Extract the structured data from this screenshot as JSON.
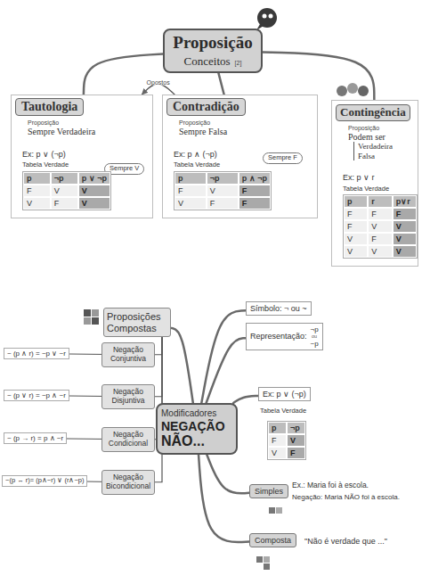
{
  "diagram": {
    "nodes": [
      {
        "text": [
          "Proposição",
          "Conceitos",
          "[2]"
        ]
      },
      {
        "text": [
          "Tautologia",
          "Proposição",
          "Sempre Verdadeira",
          "Ex: p ∨ (¬p)",
          "Tabela Verdade"
        ]
      },
      {
        "text": [
          "Sempre V"
        ],
        "in": 1
      },
      {
        "text": [
          "p",
          "¬p",
          "p ∨ ¬p",
          "F",
          "V",
          "V",
          "V",
          "F",
          "V"
        ],
        "in": 1
      },
      {
        "text": [
          "Contradição",
          "Proposição",
          "Sempre Falsa",
          "Ex: p ∧ (¬p)",
          "Tabela Verdade"
        ]
      },
      {
        "text": [
          "Sempre F"
        ],
        "in": 4
      },
      {
        "text": [
          "p",
          "¬p",
          "p ∧ ¬p",
          "F",
          "V",
          "F",
          "V",
          "F",
          "F"
        ],
        "in": 4
      },
      {
        "text": [
          "Contingência",
          "Proposição",
          "Podem ser",
          "Verdadeira",
          "Falsa",
          "Ex: p ∨ r",
          "Tabela Verdade"
        ]
      },
      {
        "text": [
          "p",
          "r",
          "p∨r",
          "F",
          "F",
          "F",
          "F",
          "V",
          "V",
          "V",
          "F",
          "V",
          "V",
          "V",
          "V"
        ],
        "in": 7
      },
      {
        "text": [
          "Modificadores",
          "NEGAÇÃO",
          "NÃO..."
        ]
      },
      {
        "text": [
          "Proposições Compostas"
        ]
      },
      {
        "text": [
          "Negação Conjuntiva"
        ]
      },
      {
        "text": [
          "Negação Disjuntiva"
        ]
      },
      {
        "text": [
          "Negação Condicional"
        ]
      },
      {
        "text": [
          "Negação Bicondicional"
        ]
      },
      {
        "text": [
          "~ (p ∧ r) = ~p ∨ ~r"
        ]
      },
      {
        "text": [
          "~ (p ∨ r) = ~p ∧ ~r"
        ]
      },
      {
        "text": [
          "~ (p → r) = p ∧ ~r"
        ]
      },
      {
        "text": [
          "~(p ↔ r)= (p∧~r) ∨ (r∧~p)"
        ]
      },
      {
        "text": [
          "Símbolo: ¬ ou ~"
        ]
      },
      {
        "text": [
          "Representação:",
          "¬p",
          "ou",
          "~p"
        ]
      },
      {
        "text": [
          "Ex: p ∨ (¬p)"
        ]
      },
      {
        "text": [
          "p",
          "¬p",
          "F",
          "V",
          "V",
          "F"
        ]
      },
      {
        "text": [
          "Simples"
        ]
      },
      {
        "text": [
          "Composta"
        ]
      }
    ],
    "edges": [
      {
        "from": 0,
        "to": 1,
        "arrow": "none"
      },
      {
        "from": 0,
        "to": 4,
        "arrow": "none"
      },
      {
        "from": 0,
        "to": 7,
        "arrow": "none"
      },
      {
        "from": 4,
        "to": 1,
        "label": "Opostos",
        "arrow": "to"
      },
      {
        "from": 9,
        "to": 10,
        "arrow": "none"
      },
      {
        "from": 10,
        "to": 11,
        "arrow": "none"
      },
      {
        "from": 10,
        "to": 12,
        "arrow": "none"
      },
      {
        "from": 10,
        "to": 13,
        "arrow": "none"
      },
      {
        "from": 10,
        "to": 14,
        "arrow": "none"
      },
      {
        "from": 15,
        "to": 11,
        "arrow": "none"
      },
      {
        "from": 16,
        "to": 12,
        "arrow": "none"
      },
      {
        "from": 17,
        "to": 13,
        "arrow": "none"
      },
      {
        "from": 18,
        "to": 14,
        "arrow": "none"
      },
      {
        "from": 9,
        "to": 19,
        "arrow": "none"
      },
      {
        "from": 9,
        "to": 20,
        "arrow": "none"
      },
      {
        "from": 9,
        "to": 21,
        "arrow": "none"
      },
      {
        "from": 9,
        "to": 23,
        "arrow": "none"
      },
      {
        "from": 9,
        "to": 24,
        "arrow": "none"
      }
    ],
    "labels": [
      "Tabela Verdade",
      "Ex.: Maria foi à escola.",
      "Negação: Maria NÃO foi à escola.",
      "\"Não é verdade que ...\""
    ]
  }
}
